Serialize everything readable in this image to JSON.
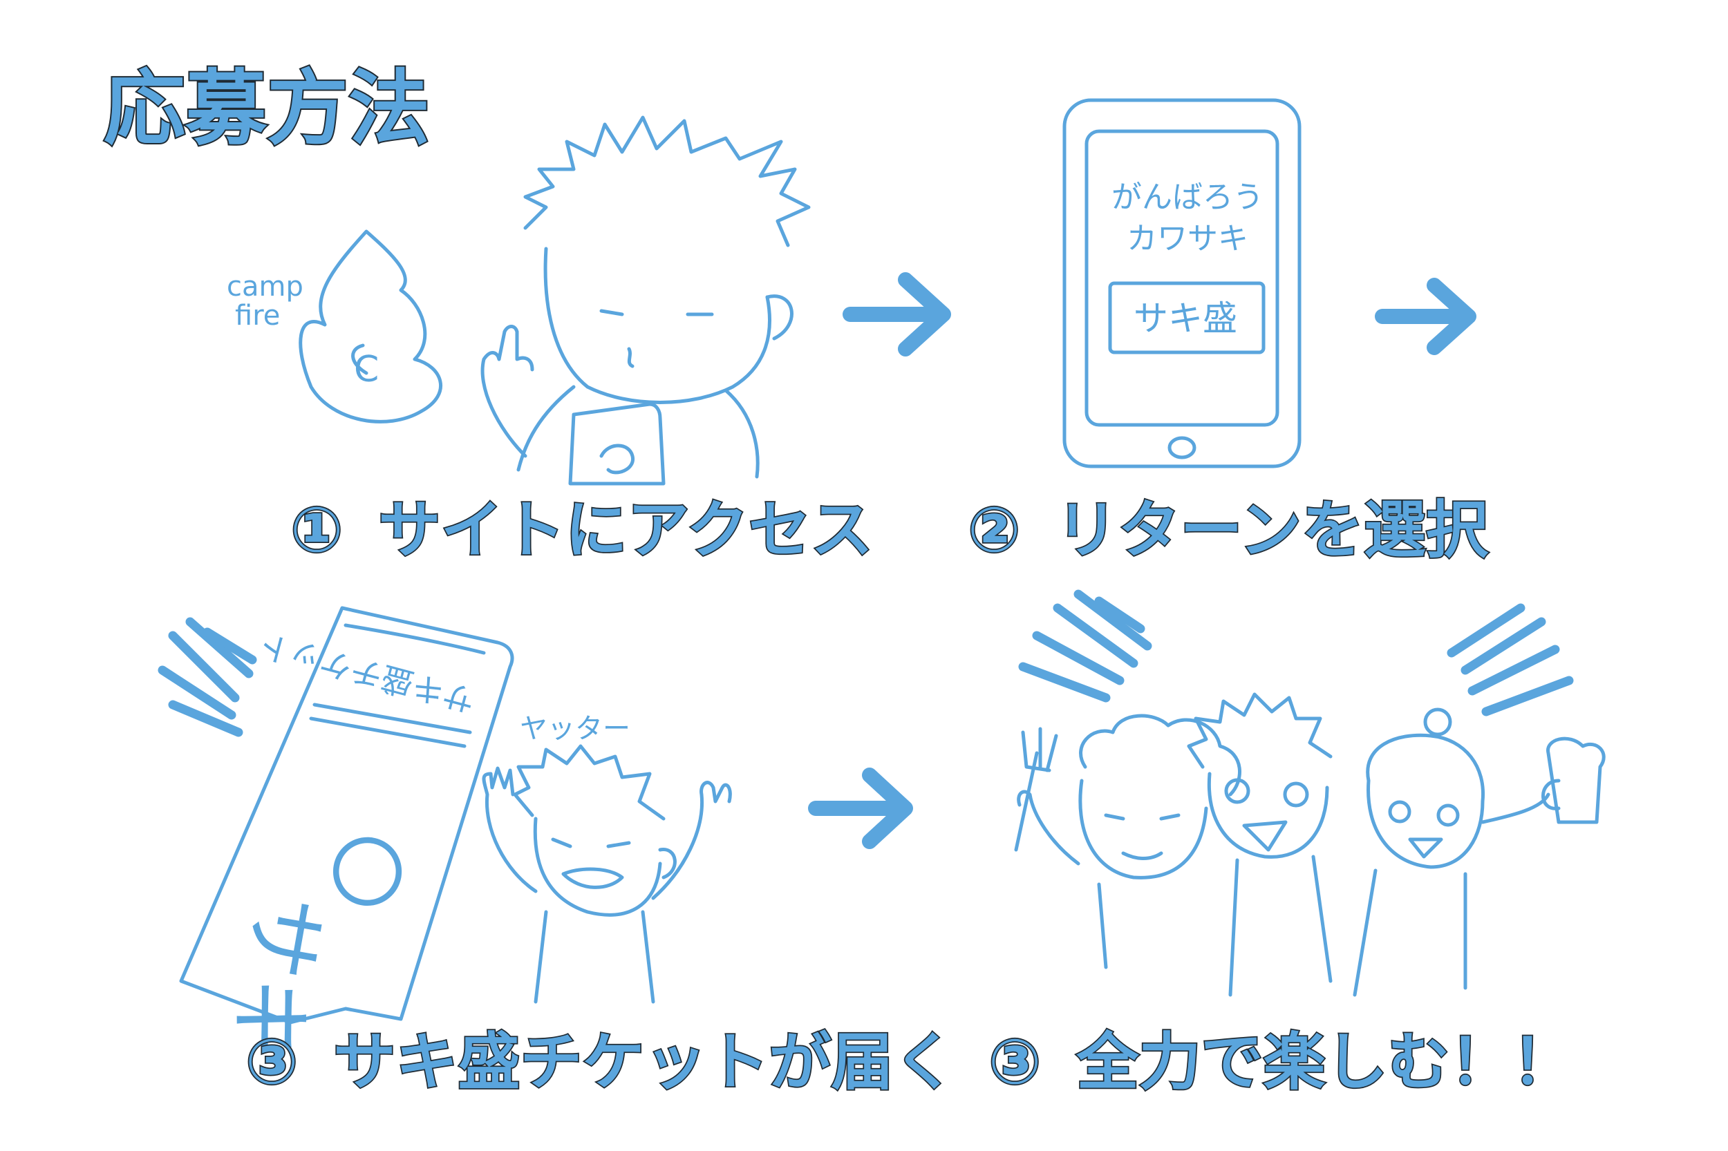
{
  "title": "応募方法",
  "logo": {
    "line1": "camp",
    "line2": "fire",
    "letter": "C"
  },
  "phone": {
    "line1": "がんばろう",
    "line2": "カワサキ",
    "button": "サキ盛"
  },
  "ticket": {
    "header": "サキ盛チケット",
    "circle": "〇",
    "mark": "サキ"
  },
  "shout": "ヤッター",
  "steps": [
    {
      "num": "①",
      "label": "サイトにアクセス"
    },
    {
      "num": "②",
      "label": "リターンを選択"
    },
    {
      "num": "③",
      "label": "サキ盛チケットが届く"
    },
    {
      "num": "③",
      "label": "全力で楽しむ！！"
    }
  ],
  "colors": {
    "line": "#5aa5dd",
    "outline": "#1f2a33",
    "background": "#ffffff"
  }
}
